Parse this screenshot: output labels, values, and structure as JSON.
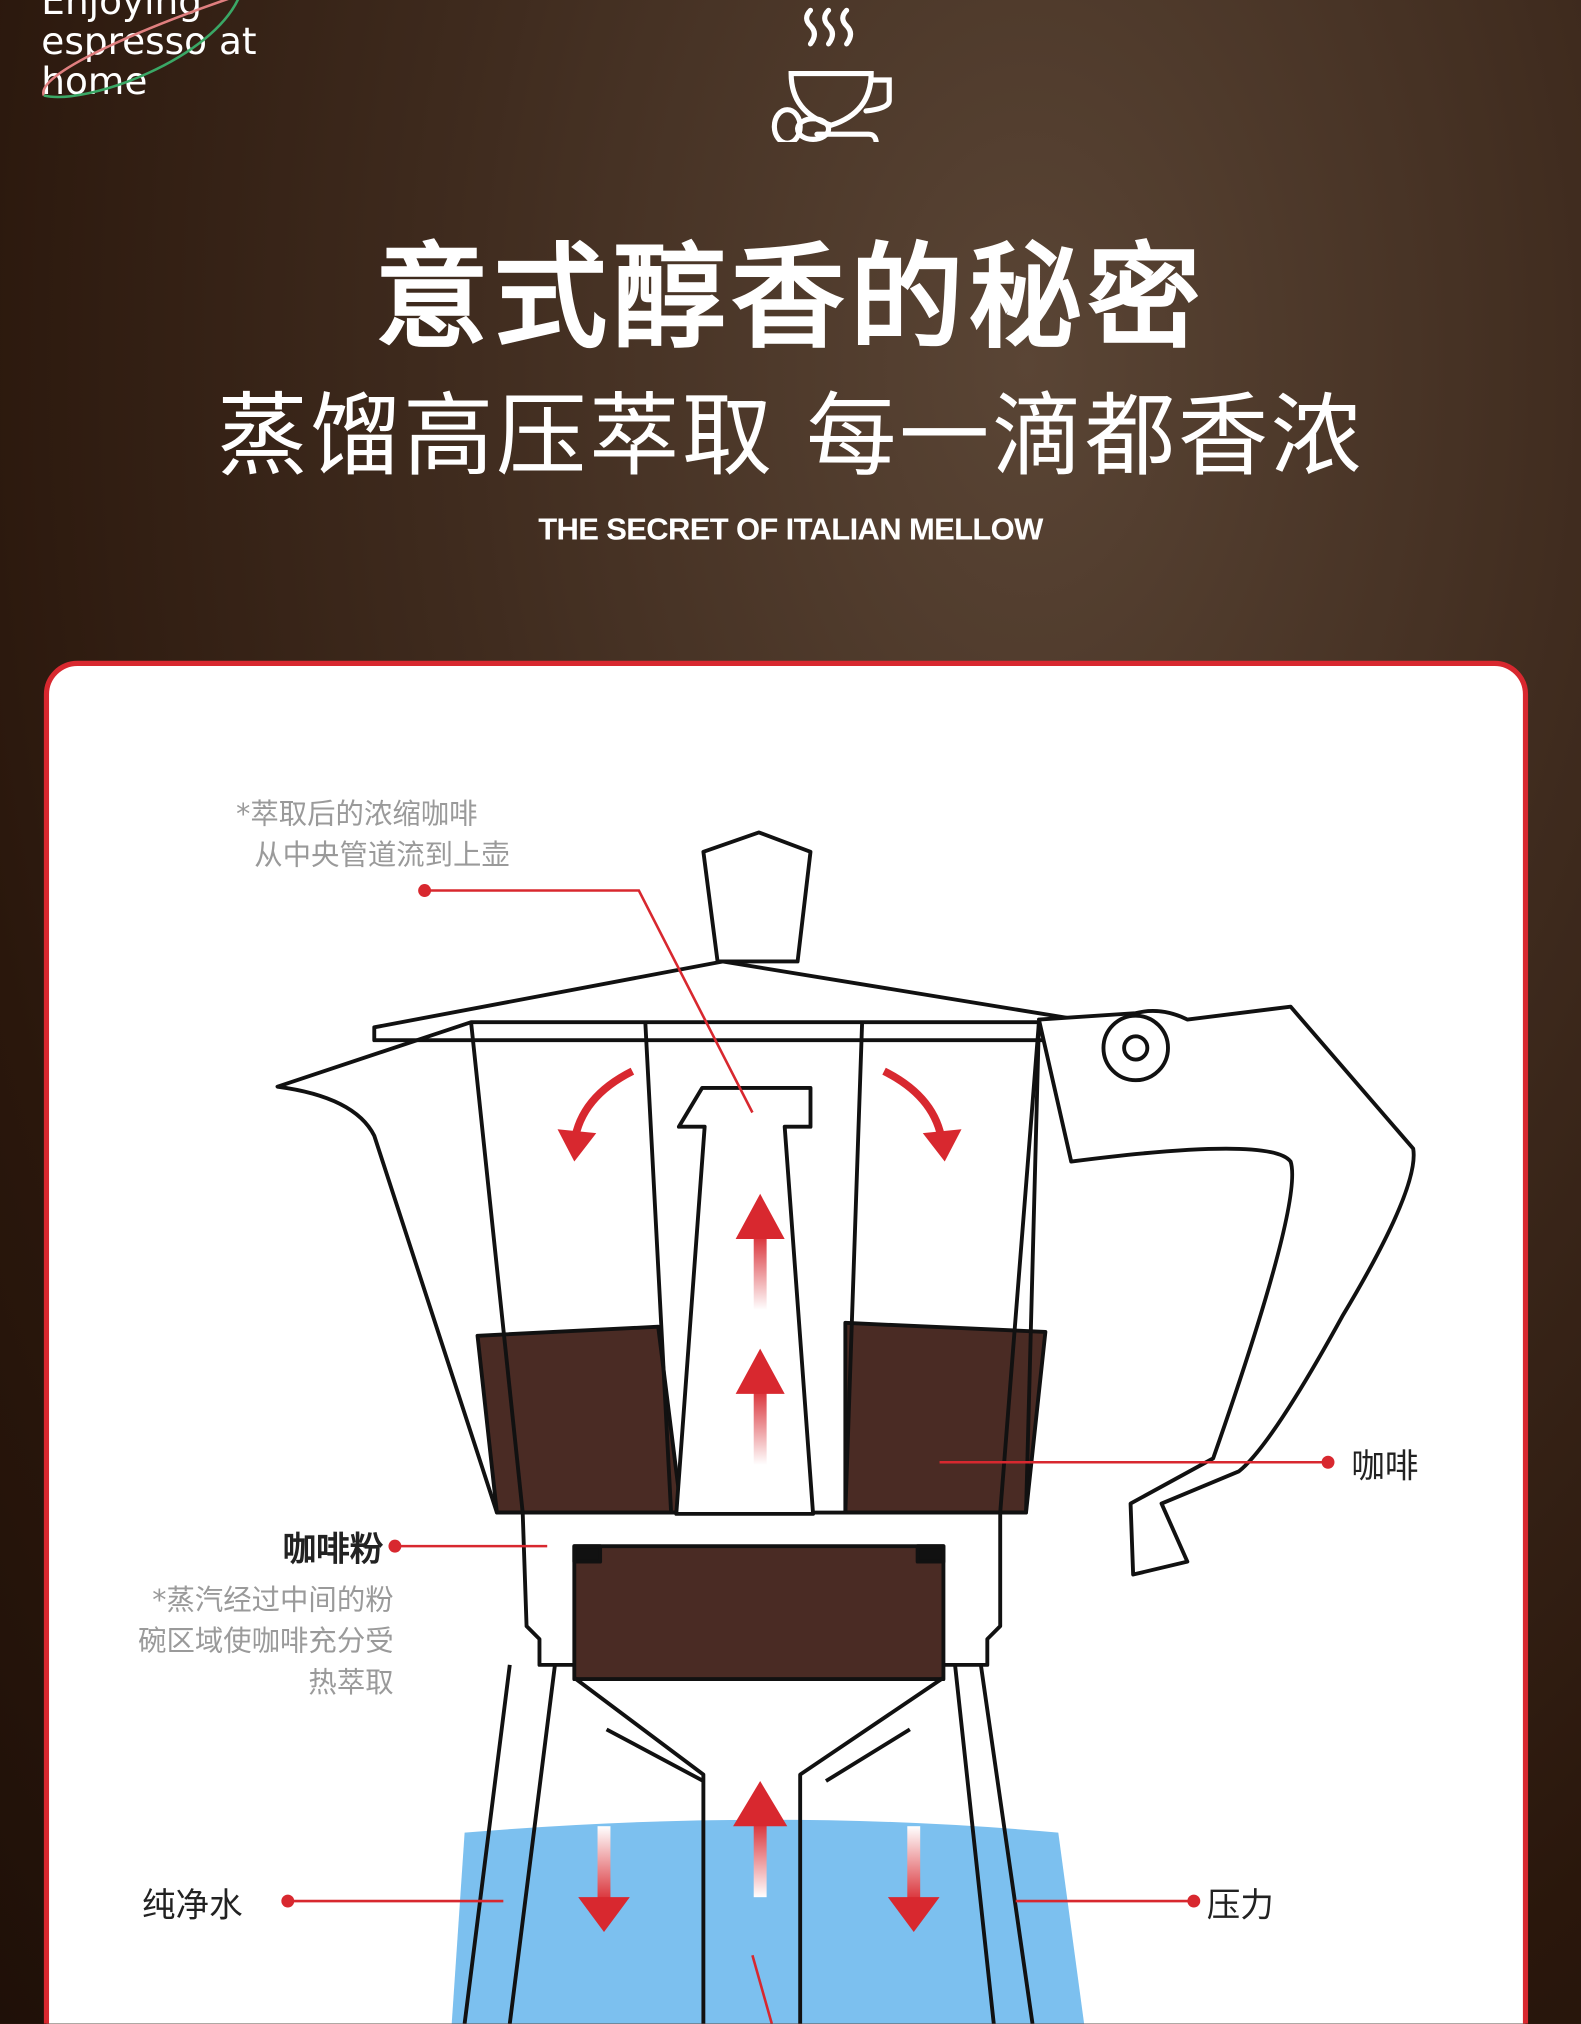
{
  "logo": {
    "lines": [
      "Enjoying",
      "espresso at",
      "home"
    ]
  },
  "header": {
    "icon": "coffee-cup-icon",
    "title": "意式醇香的秘密",
    "subtitle": "蒸馏高压萃取 每一滴都香浓",
    "english": "THE SECRET OF ITALIAN MELLOW"
  },
  "diagram": {
    "note_top": [
      "*萃取后的浓缩咖啡",
      "从中央管道流到上壶"
    ],
    "label_coffee": "咖啡",
    "label_grounds": "咖啡粉",
    "note_grounds": [
      "*蒸汽经过中间的粉",
      "碗区域使咖啡充分受",
      "热萃取"
    ],
    "label_water": "纯净水",
    "label_pressure": "压力"
  },
  "colors": {
    "accent": "#d8282f",
    "coffee": "#4a2b24",
    "water": "#7cc0ef",
    "background": "#3f2b1e"
  }
}
